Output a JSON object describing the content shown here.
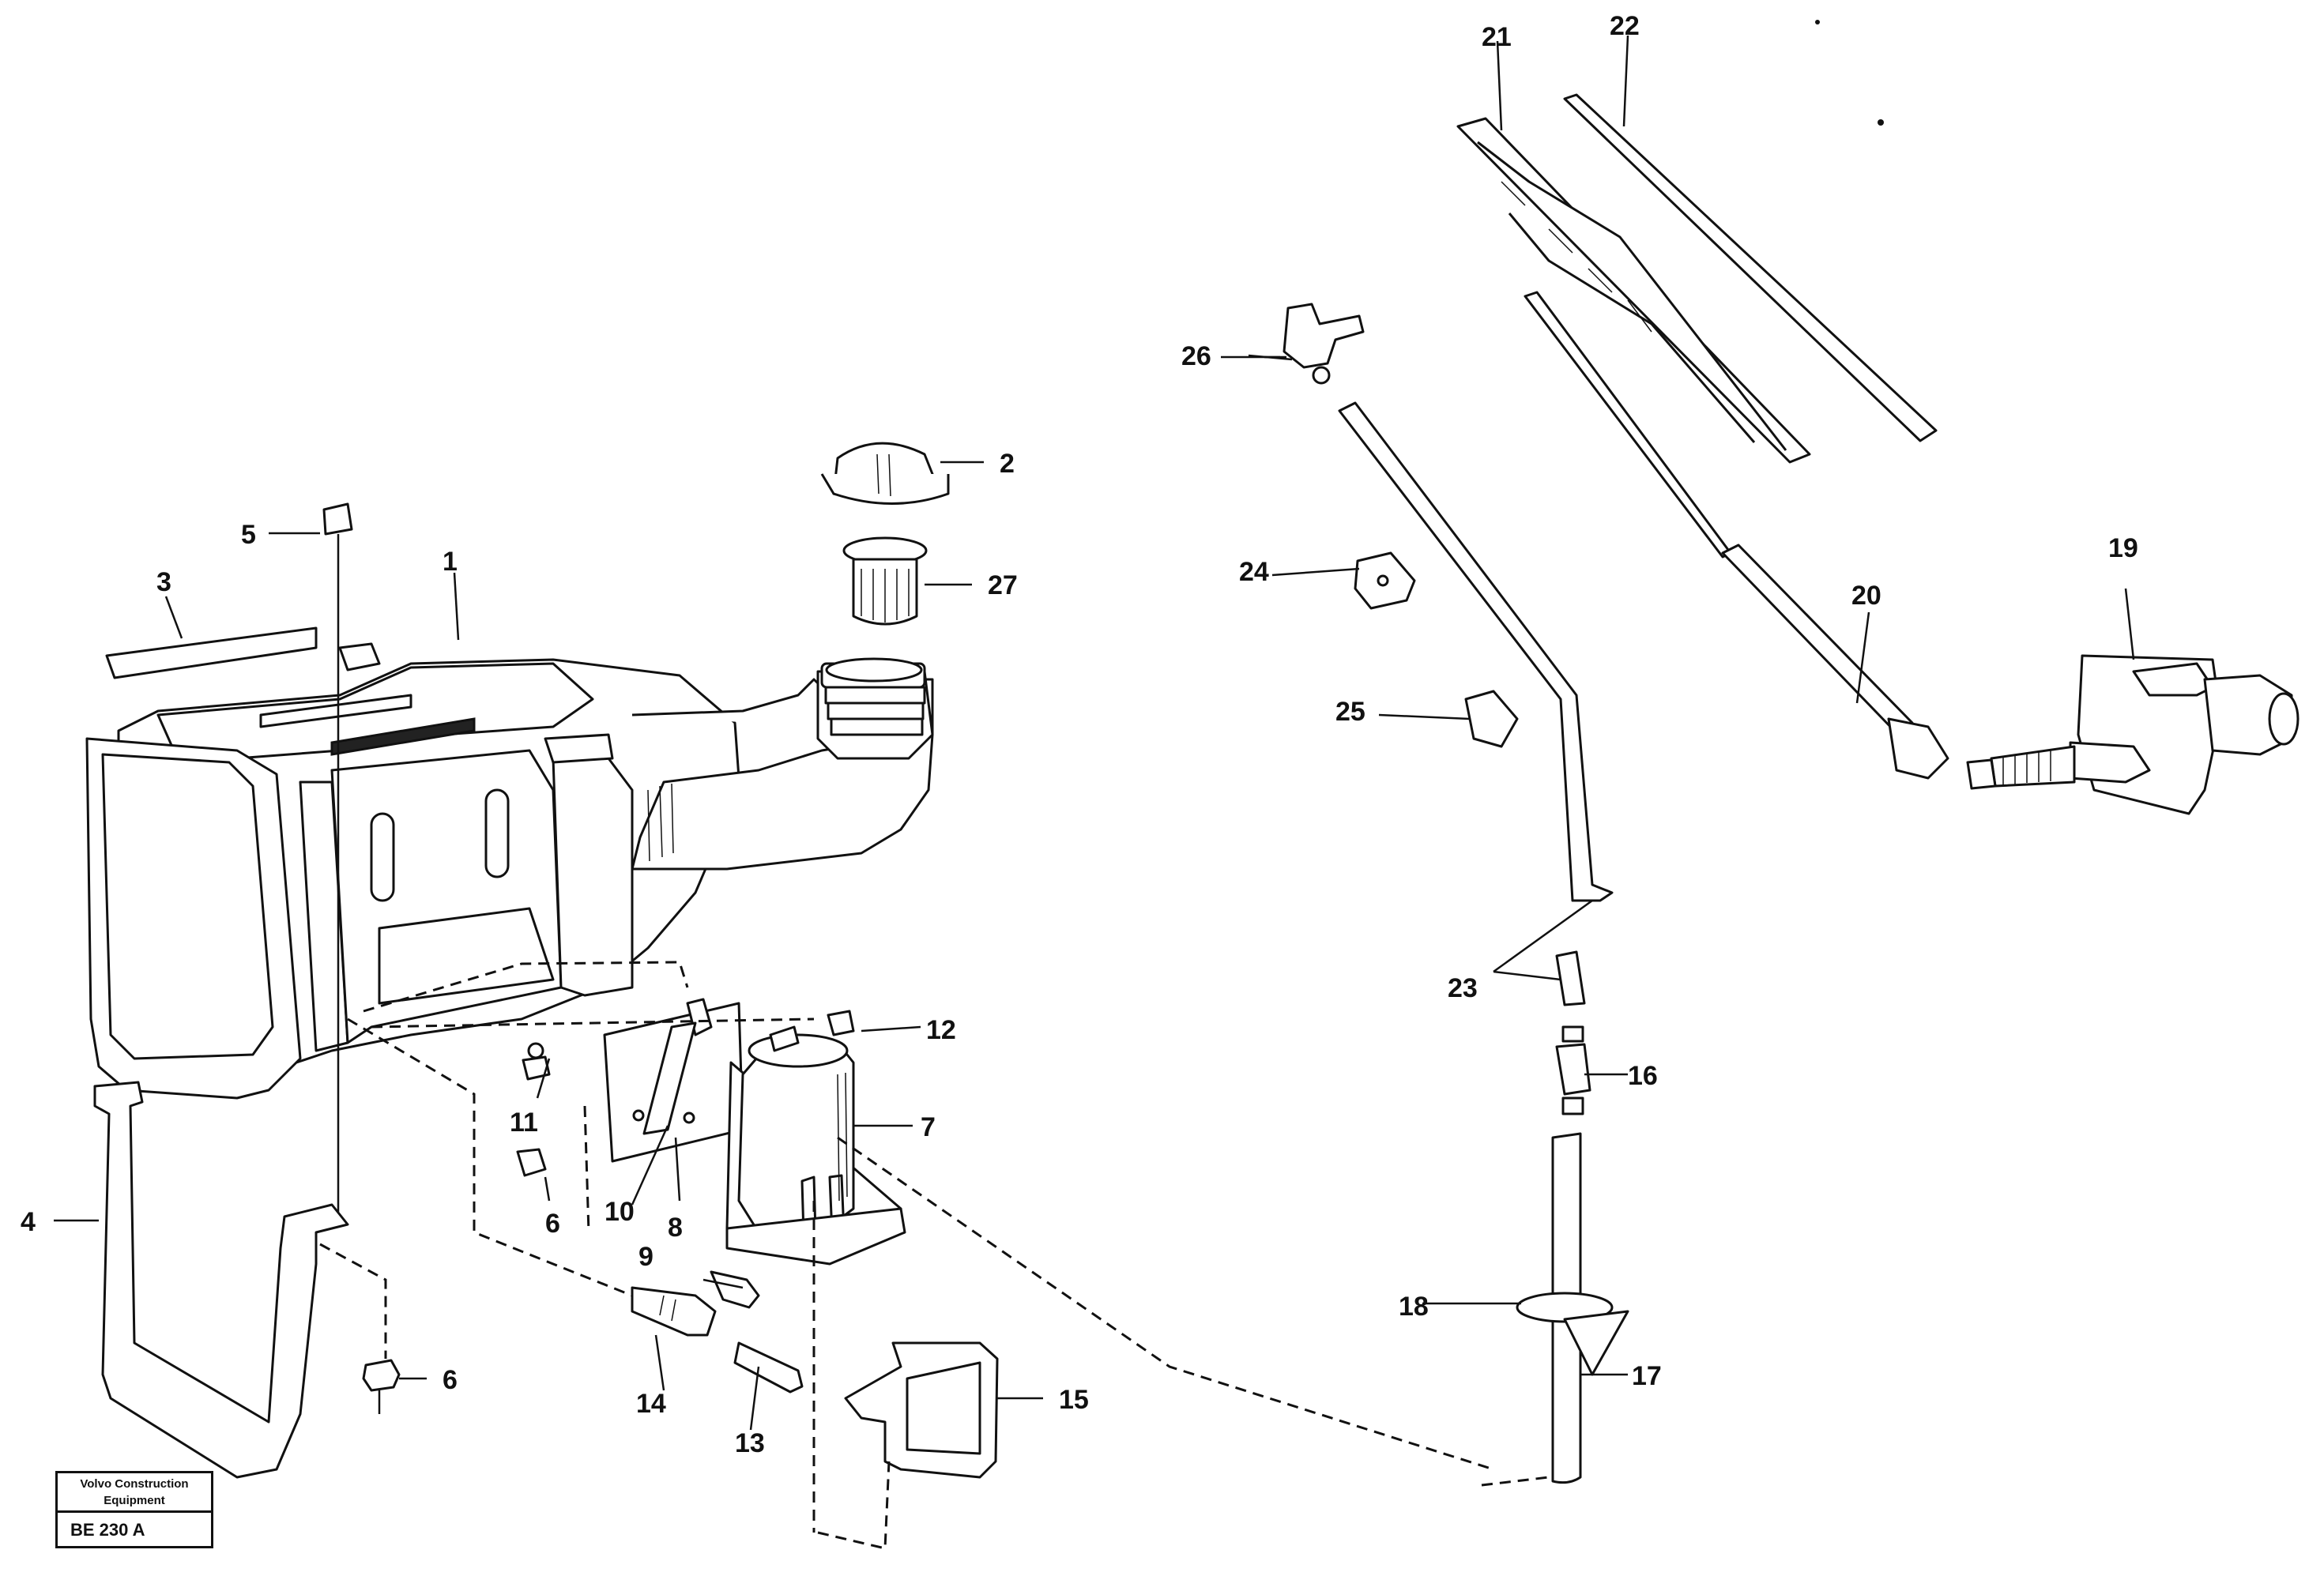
{
  "callouts": {
    "p1": "1",
    "p2": "2",
    "p3": "3",
    "p4": "4",
    "p5": "5",
    "p6a": "6",
    "p6b": "6",
    "p7": "7",
    "p8": "8",
    "p9": "9",
    "p10": "10",
    "p11": "11",
    "p12": "12",
    "p13": "13",
    "p14": "14",
    "p15": "15",
    "p16": "16",
    "p17": "17",
    "p18": "18",
    "p19": "19",
    "p20": "20",
    "p21": "21",
    "p22": "22",
    "p23": "23",
    "p24": "24",
    "p25": "25",
    "p26": "26",
    "p27": "27"
  },
  "title_block": {
    "company_line1": "Volvo Construction",
    "company_line2": "Equipment",
    "drawing_code": "BE 230 A"
  }
}
